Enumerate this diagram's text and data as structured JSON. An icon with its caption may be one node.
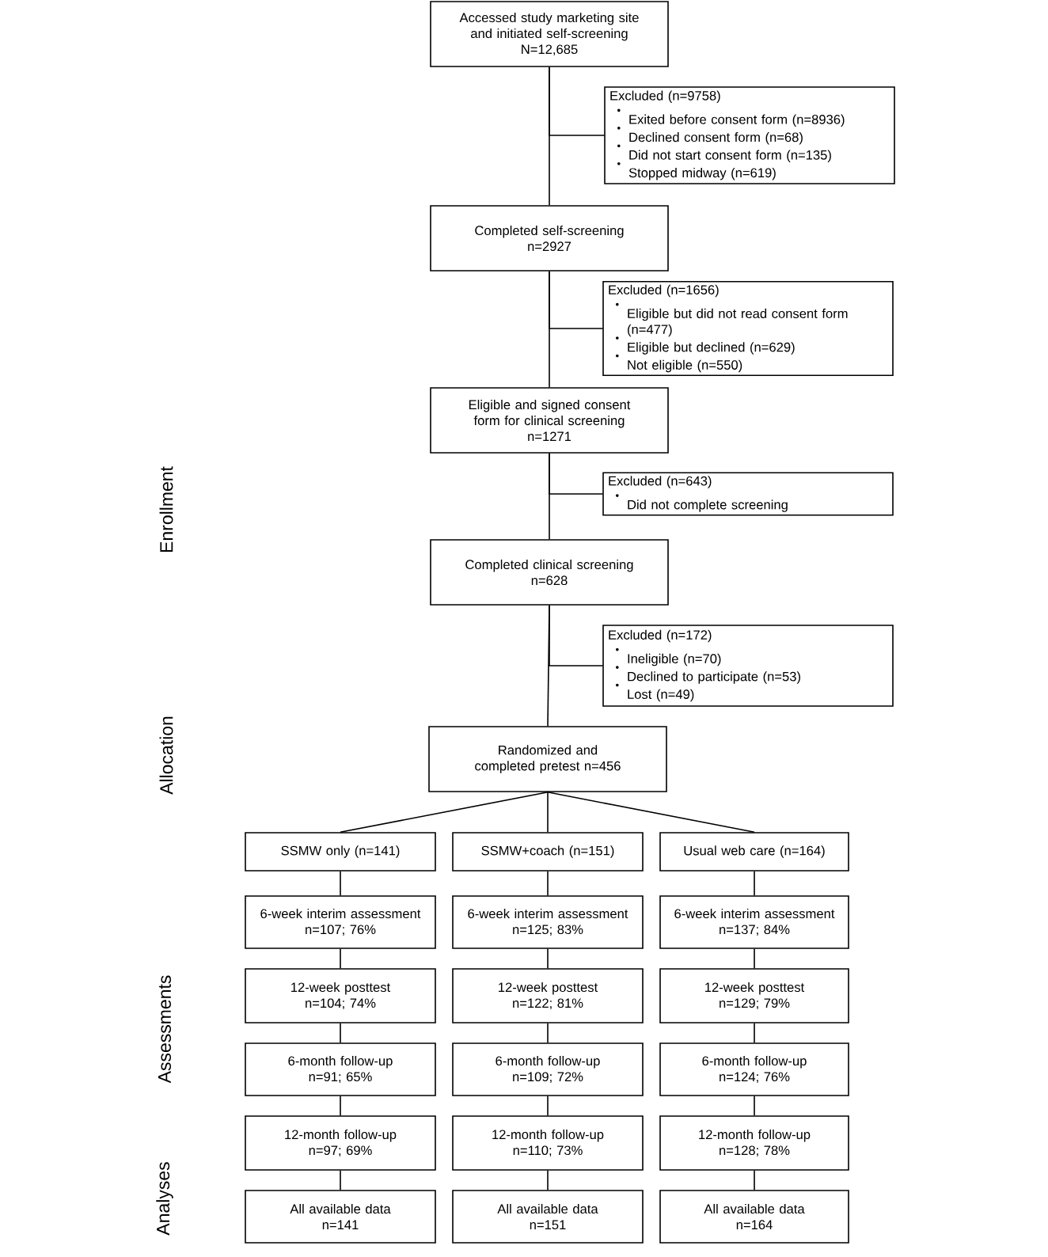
{
  "diagram": {
    "nodes": [
      {
        "text": [
          "Accessed study marketing site and initiated self-screening",
          "N=12,685"
        ]
      },
      {
        "text": [
          "Excluded (n=9758)",
          "Exited before consent form (n=8936)",
          "Declined consent form (n=68)",
          "Did not start consent form (n=135)",
          "Stopped midway (n=619)"
        ]
      },
      {
        "text": [
          "Completed self-screening",
          "n=2927"
        ]
      },
      {
        "text": [
          "Excluded (n=1656)",
          "Eligible but did not read consent form (n=477)",
          "Eligible but declined (n=629)",
          "Not eligible (n=550)"
        ]
      },
      {
        "text": [
          "Eligible and signed consent form for clinical screening",
          "n=1271"
        ]
      },
      {
        "text": [
          "Excluded (n=643)",
          "Did not complete screening"
        ]
      },
      {
        "text": [
          "Completed clinical screening",
          "n=628"
        ]
      },
      {
        "text": [
          "Excluded (n=172)",
          "Ineligible (n=70)",
          "Declined to participate (n=53)",
          "Lost (n=49)"
        ]
      },
      {
        "text": [
          "Randomized and completed pretest n=456"
        ]
      },
      {
        "text": [
          "SSMW only (n=141)"
        ]
      },
      {
        "text": [
          "SSMW+coach (n=151)"
        ]
      },
      {
        "text": [
          "Usual web care (n=164)"
        ]
      },
      {
        "text": [
          "6-week interim assessment",
          "n=107; 76%"
        ]
      },
      {
        "text": [
          "6-week interim assessment",
          "n=125; 83%"
        ]
      },
      {
        "text": [
          "6-week interim assessment",
          "n=137; 84%"
        ]
      },
      {
        "text": [
          "12-week posttest",
          "n=104; 74%"
        ]
      },
      {
        "text": [
          "12-week posttest",
          "n=122; 81%"
        ]
      },
      {
        "text": [
          "12-week posttest",
          "n=129; 79%"
        ]
      },
      {
        "text": [
          "6-month follow-up",
          "n=91; 65%"
        ]
      },
      {
        "text": [
          "6-month follow-up",
          "n=109; 72%"
        ]
      },
      {
        "text": [
          "6-month follow-up",
          "n=124; 76%"
        ]
      },
      {
        "text": [
          "12-month follow-up",
          "n=97; 69%"
        ]
      },
      {
        "text": [
          "12-month follow-up",
          "n=110; 73%"
        ]
      },
      {
        "text": [
          "12-month follow-up",
          "n=128; 78%"
        ]
      },
      {
        "text": [
          "All available data",
          "n=141"
        ]
      },
      {
        "text": [
          "All available data",
          "n=151"
        ]
      },
      {
        "text": [
          "All available data",
          "n=164"
        ]
      }
    ],
    "edges": [
      {
        "from": 0,
        "to": 2,
        "arrow": "none"
      },
      {
        "from": 0,
        "to": 1,
        "arrow": "none"
      },
      {
        "from": 2,
        "to": 4,
        "arrow": "none"
      },
      {
        "from": 2,
        "to": 3,
        "arrow": "none"
      },
      {
        "from": 4,
        "to": 6,
        "arrow": "none"
      },
      {
        "from": 4,
        "to": 5,
        "arrow": "none"
      },
      {
        "from": 6,
        "to": 8,
        "arrow": "none"
      },
      {
        "from": 6,
        "to": 7,
        "arrow": "none"
      },
      {
        "from": 8,
        "to": 9,
        "arrow": "none"
      },
      {
        "from": 8,
        "to": 10,
        "arrow": "none"
      },
      {
        "from": 8,
        "to": 11,
        "arrow": "none"
      },
      {
        "from": 9,
        "to": 12,
        "arrow": "none"
      },
      {
        "from": 10,
        "to": 13,
        "arrow": "none"
      },
      {
        "from": 11,
        "to": 14,
        "arrow": "none"
      },
      {
        "from": 12,
        "to": 15,
        "arrow": "none"
      },
      {
        "from": 13,
        "to": 16,
        "arrow": "none"
      },
      {
        "from": 14,
        "to": 17,
        "arrow": "none"
      },
      {
        "from": 15,
        "to": 18,
        "arrow": "none"
      },
      {
        "from": 16,
        "to": 19,
        "arrow": "none"
      },
      {
        "from": 17,
        "to": 20,
        "arrow": "none"
      },
      {
        "from": 18,
        "to": 21,
        "arrow": "none"
      },
      {
        "from": 19,
        "to": 22,
        "arrow": "none"
      },
      {
        "from": 20,
        "to": 23,
        "arrow": "none"
      },
      {
        "from": 21,
        "to": 24,
        "arrow": "none"
      },
      {
        "from": 22,
        "to": 25,
        "arrow": "none"
      },
      {
        "from": 23,
        "to": 26,
        "arrow": "none"
      }
    ],
    "labels": [
      "Enrollment",
      "Allocation",
      "Assessments",
      "Analyses"
    ]
  }
}
